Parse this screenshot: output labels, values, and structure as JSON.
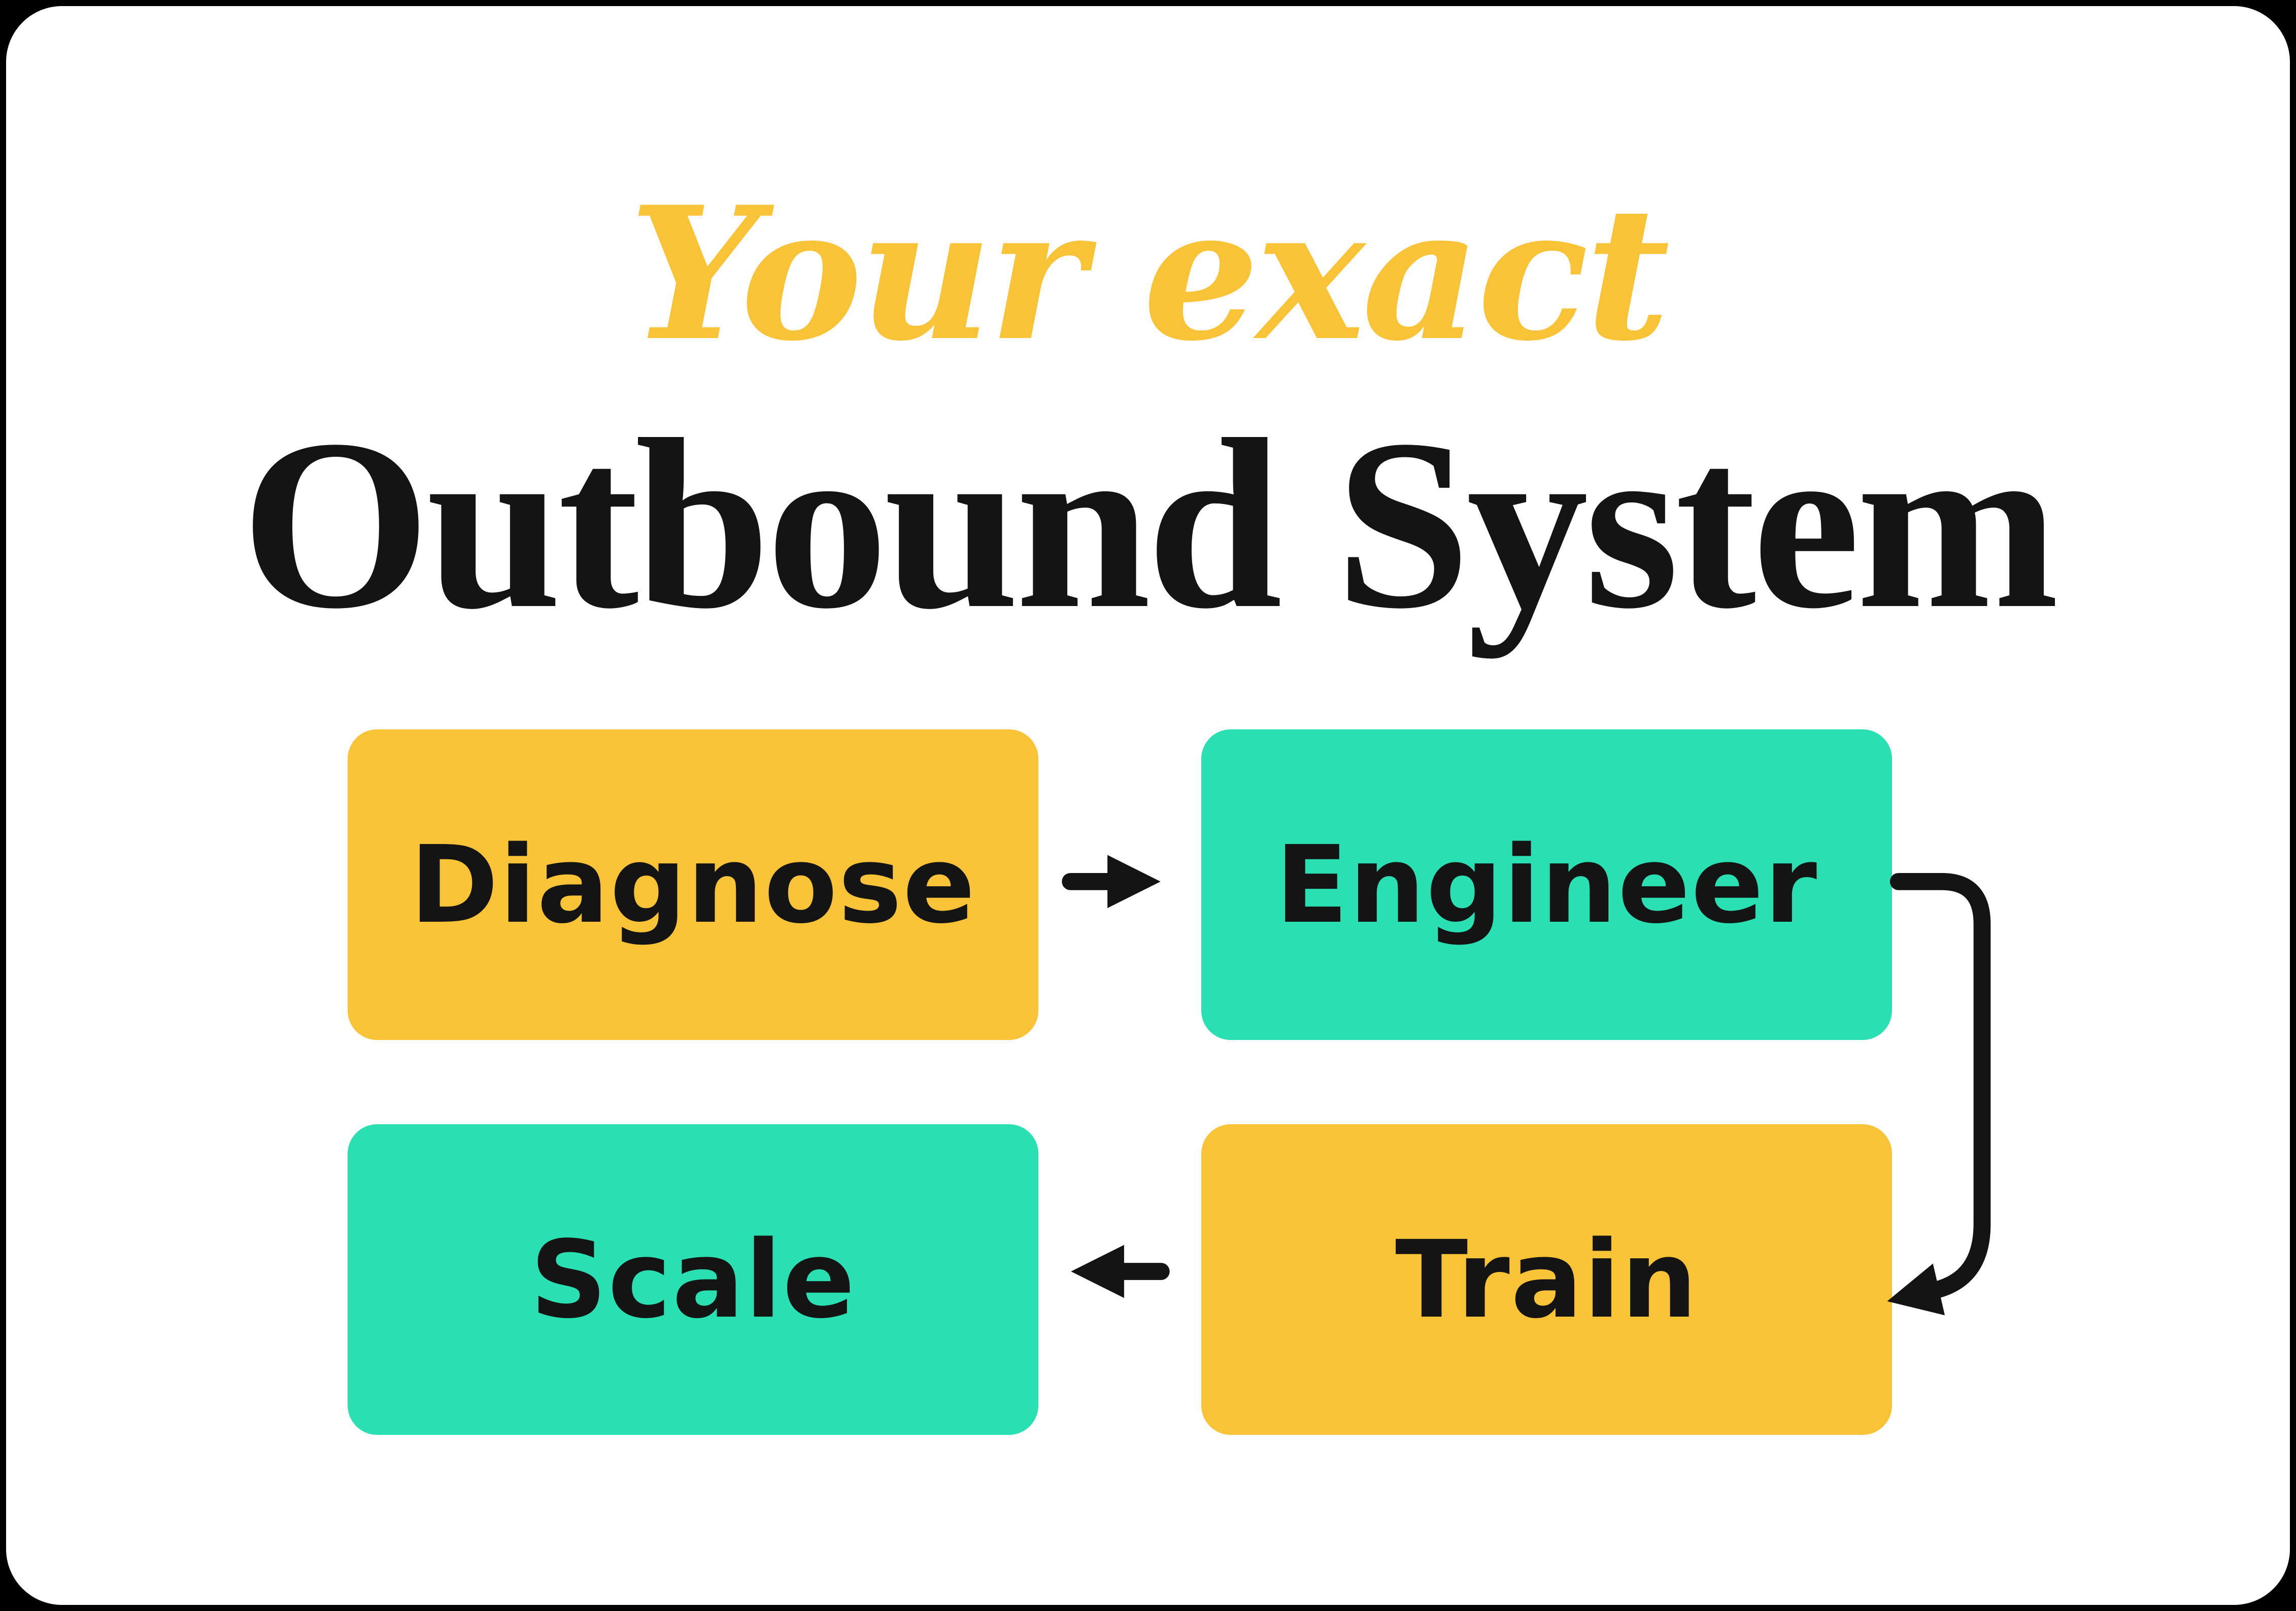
{
  "title": {
    "script_line": "Your exact",
    "main_line": "Outbound System"
  },
  "colors": {
    "yellow": "#F9C338",
    "teal": "#2ADFB2",
    "ink": "#141414",
    "card_bg": "#FFFFFF",
    "page_bg": "#000000",
    "arrow": "#141414"
  },
  "flow": {
    "steps": [
      {
        "label": "Diagnose",
        "color": "yellow",
        "position": "top-left"
      },
      {
        "label": "Engineer",
        "color": "teal",
        "position": "top-right"
      },
      {
        "label": "Train",
        "color": "yellow",
        "position": "bottom-right"
      },
      {
        "label": "Scale",
        "color": "teal",
        "position": "bottom-left"
      }
    ],
    "arrows": [
      {
        "from": "Diagnose",
        "to": "Engineer",
        "type": "straight-right"
      },
      {
        "from": "Engineer",
        "to": "Train",
        "type": "curved-right-down"
      },
      {
        "from": "Train",
        "to": "Scale",
        "type": "straight-left"
      }
    ]
  }
}
